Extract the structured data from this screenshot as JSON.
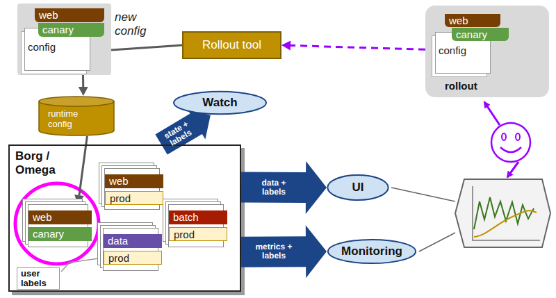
{
  "diagram": {
    "nodes": [
      {
        "text": [
          "new config"
        ]
      },
      {
        "text": [
          "web"
        ],
        "in": 0
      },
      {
        "text": [
          "canary"
        ],
        "in": 0
      },
      {
        "text": [
          "config"
        ],
        "in": 0
      },
      {
        "text": [
          "Rollout tool"
        ]
      },
      {
        "text": [
          "rollout"
        ]
      },
      {
        "text": [
          "web"
        ],
        "in": 5
      },
      {
        "text": [
          "canary"
        ],
        "in": 5
      },
      {
        "text": [
          "config"
        ],
        "in": 5
      },
      {
        "text": [
          "runtime config"
        ]
      },
      {
        "text": [
          "Watch"
        ]
      },
      {
        "text": [
          "Borg / Omega"
        ]
      },
      {
        "text": [
          "web",
          "canary"
        ],
        "in": 11
      },
      {
        "text": [
          "web",
          "prod"
        ],
        "in": 11
      },
      {
        "text": [
          "batch",
          "prod"
        ],
        "in": 11
      },
      {
        "text": [
          "data",
          "prod"
        ],
        "in": 11
      },
      {
        "text": [
          "user labels"
        ],
        "in": 11
      },
      {
        "text": [
          "UI"
        ]
      },
      {
        "text": [
          "Monitoring"
        ]
      }
    ],
    "edges": [
      {
        "from": 0,
        "to": 9,
        "arrow": "to"
      },
      {
        "from": 4,
        "to": 0,
        "arrow": "none"
      },
      {
        "from": 5,
        "to": 4,
        "arrow": "to"
      },
      {
        "from": 9,
        "to": 12,
        "arrow": "to"
      },
      {
        "from": 11,
        "to": 10,
        "label": "state + labels",
        "arrow": "to"
      },
      {
        "from": 11,
        "to": 17,
        "label": "data + labels",
        "arrow": "to"
      },
      {
        "from": 11,
        "to": 18,
        "label": "metrics + labels",
        "arrow": "to"
      }
    ]
  }
}
